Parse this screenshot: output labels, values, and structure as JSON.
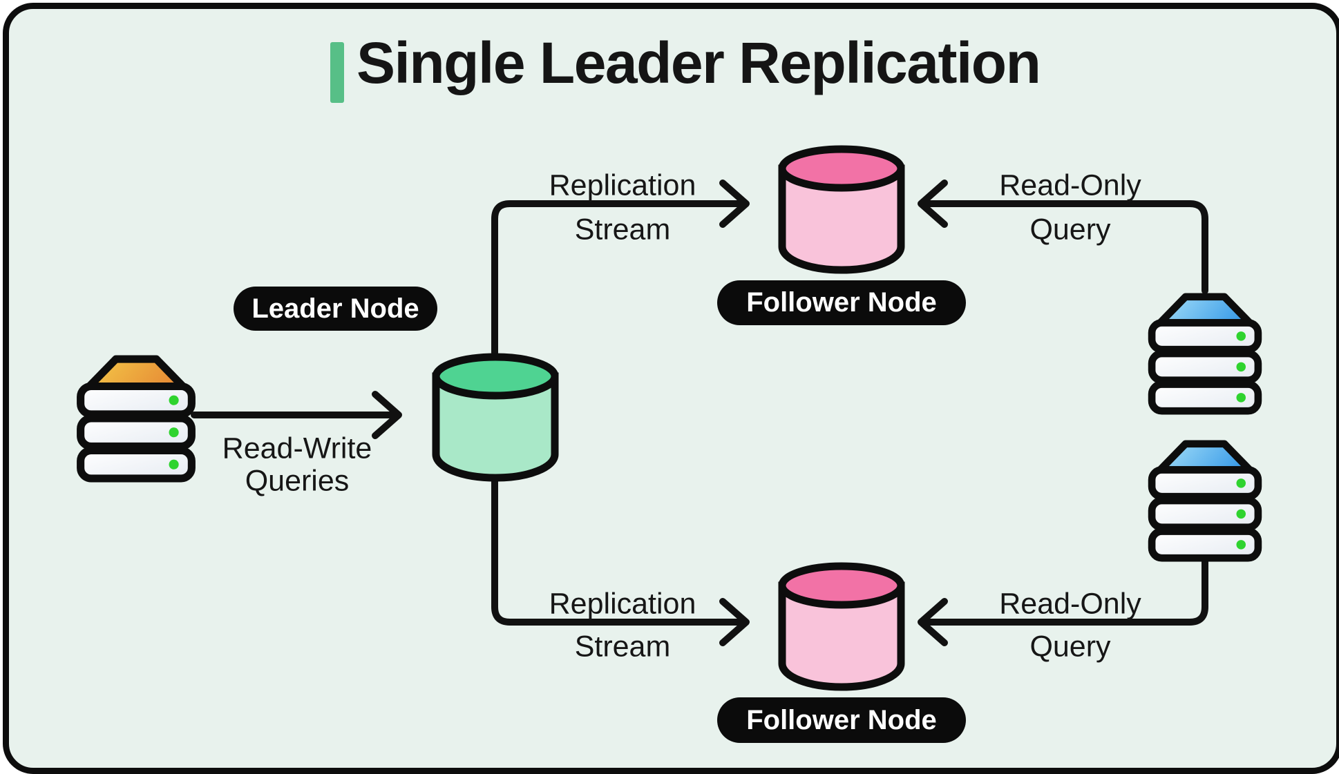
{
  "title": {
    "text": "Single Leader Replication"
  },
  "palette": {
    "canvas_background": "#e8f2ed",
    "frame_border": "#0d0d0d",
    "title_accent_bar": "#57bf87",
    "line_color": "#111111",
    "pill_background": "#0b0b0b",
    "pill_text": "#ffffff",
    "leader_db_top": "#4fd392",
    "leader_db_body": "#a9e8c8",
    "follower_db_top": "#f272a6",
    "follower_db_body": "#f9c3da",
    "client_server_cap_gradient": [
      "#f4ca49",
      "#e78e36"
    ],
    "replica_server_cap_gradient": [
      "#a8e1f8",
      "#3f9fe9"
    ],
    "server_slab_gradient": [
      "#ffffff",
      "#e6ebf2"
    ],
    "status_led_green": "#2fd32f"
  },
  "nodes": {
    "leader": {
      "label": "Leader Node",
      "shape": "database-cylinder",
      "color": "green"
    },
    "follower_top": {
      "label": "Follower Node",
      "shape": "database-cylinder",
      "color": "pink"
    },
    "follower_bottom": {
      "label": "Follower Node",
      "shape": "database-cylinder",
      "color": "pink"
    },
    "client_server": {
      "shape": "server-stack",
      "cap_color": "orange"
    },
    "replica_server_top": {
      "shape": "server-stack",
      "cap_color": "blue"
    },
    "replica_server_bottom": {
      "shape": "server-stack",
      "cap_color": "blue"
    }
  },
  "edges": {
    "read_write": {
      "from": "client_server",
      "to": "leader",
      "label": [
        "Read-Write",
        "Queries"
      ]
    },
    "replication_top": {
      "from": "leader",
      "to": "follower_top",
      "label": [
        "Replication",
        "Stream"
      ]
    },
    "replication_bottom": {
      "from": "leader",
      "to": "follower_bottom",
      "label": [
        "Replication",
        "Stream"
      ]
    },
    "read_only_top": {
      "from": "replica_server_top",
      "to": "follower_top",
      "label": [
        "Read-Only",
        "Query"
      ]
    },
    "read_only_bottom": {
      "from": "replica_server_bottom",
      "to": "follower_bottom",
      "label": [
        "Read-Only",
        "Query"
      ]
    }
  }
}
